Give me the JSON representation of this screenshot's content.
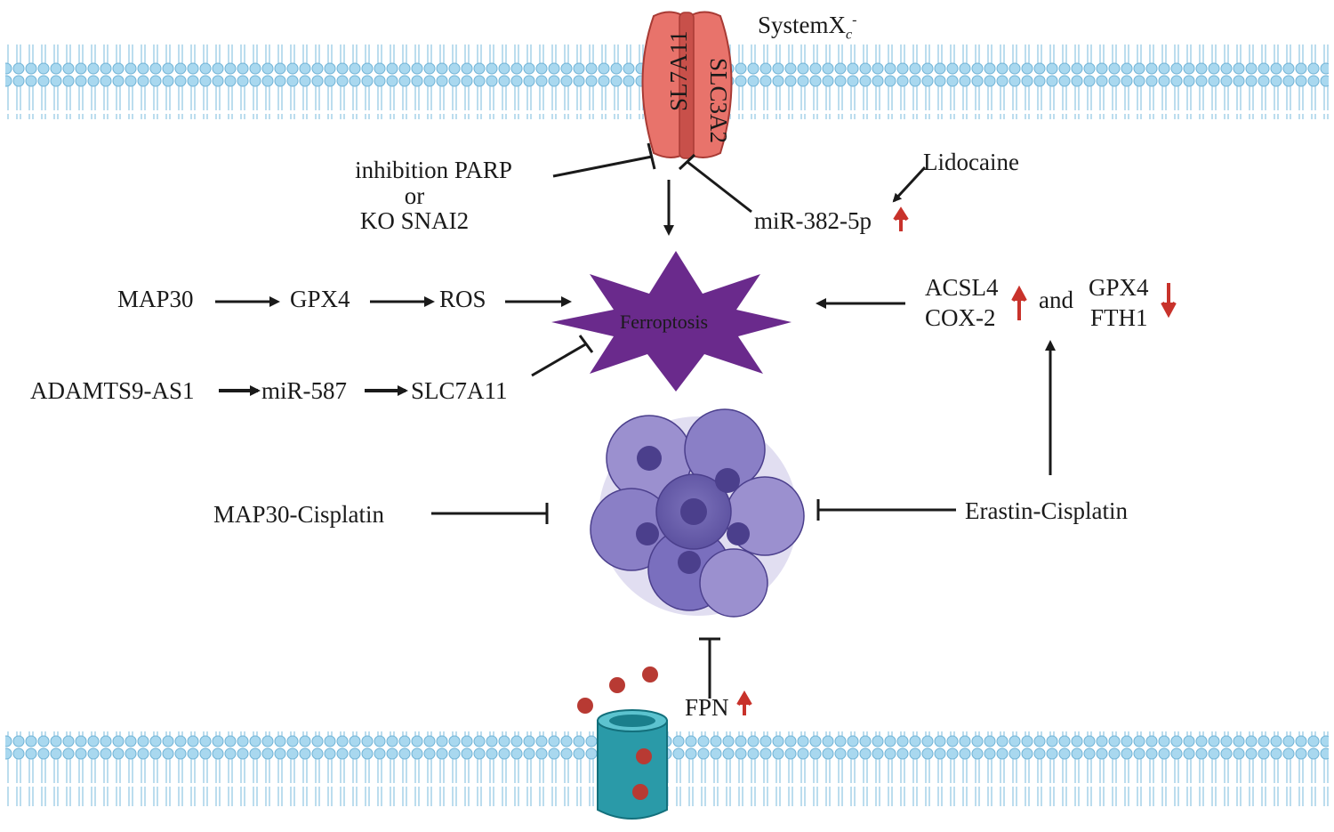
{
  "system": {
    "label": "SystemX",
    "sub": "c",
    "sup": "-"
  },
  "transporter": {
    "left": "SL7A11",
    "right": "SLC3A2"
  },
  "inhibition": {
    "line1": "inhibition PARP",
    "line2": "or",
    "line3": "KO SNAI2"
  },
  "lidocaine": "Lidocaine",
  "mir382": "miR-382-5p",
  "pathway1": {
    "a": "MAP30",
    "b": "GPX4",
    "c": "ROS"
  },
  "pathway2": {
    "a": "ADAMTS9-AS1",
    "b": "miR-587",
    "c": "SLC7A11"
  },
  "ferroptosis": "Ferroptosis",
  "right_markers": {
    "up1": "ACSL4",
    "up2": "COX-2",
    "and": "and",
    "down1": "GPX4",
    "down2": "FTH1"
  },
  "map30_cisplatin": "MAP30-Cisplatin",
  "erastin_cisplatin": "Erastin-Cisplatin",
  "fpn": "FPN",
  "colors": {
    "membrane": "#8ecae6",
    "transporter": "#e8736b",
    "ferroptosis": "#6a2a8c",
    "cells": "#6a5fa8",
    "channel": "#2a9aa8",
    "iron": "#b83a33",
    "up_arrow": "#c8322b"
  }
}
